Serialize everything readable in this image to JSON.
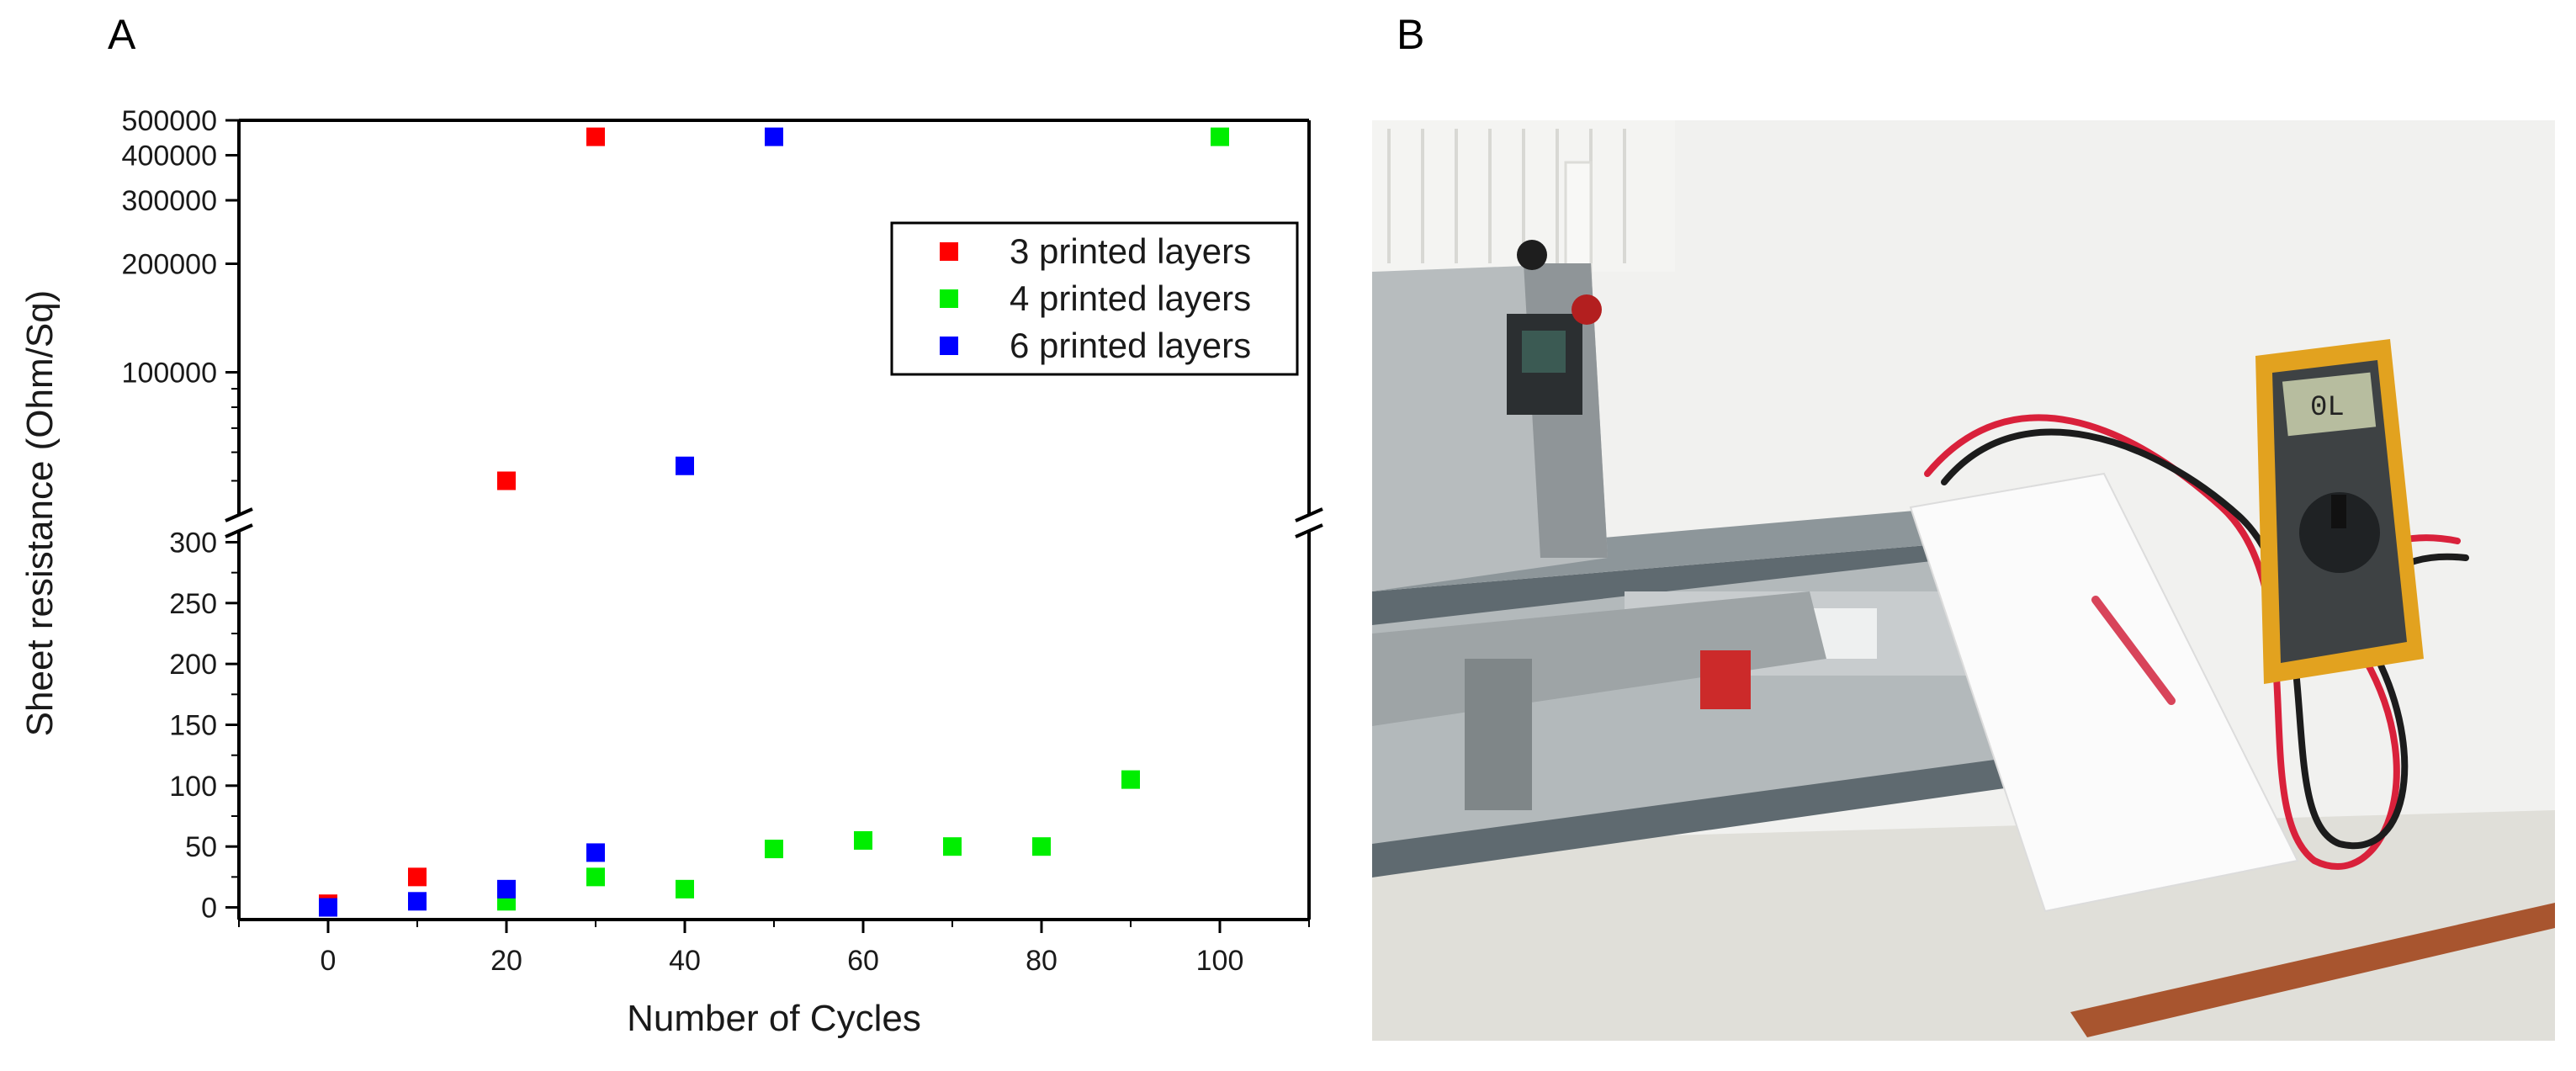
{
  "panels": {
    "a_label": "A",
    "b_label": "B"
  },
  "chart_data": {
    "type": "scatter",
    "xlabel": "Number of Cycles",
    "ylabel": "Sheet resistance (Ohm/Sq)",
    "x_ticks": [
      "0",
      "20",
      "40",
      "60",
      "80",
      "100"
    ],
    "xlim": [
      -10,
      110
    ],
    "y_lower": {
      "ylim": [
        -10,
        310
      ],
      "ticks": [
        "0",
        "50",
        "100",
        "150",
        "200",
        "250",
        "300"
      ]
    },
    "y_upper": {
      "scale": "log",
      "ylim": [
        40000,
        500000
      ],
      "ticks": [
        "100000",
        "200000",
        "300000",
        "400000",
        "500000"
      ]
    },
    "axis_break": true,
    "legend_position": "top-right",
    "series": [
      {
        "name": "3 printed layers",
        "color": "#ff0000",
        "points": [
          [
            0,
            3
          ],
          [
            10,
            25
          ],
          [
            20,
            50000
          ],
          [
            30,
            450000
          ]
        ]
      },
      {
        "name": "4 printed layers",
        "color": "#00ee00",
        "points": [
          [
            20,
            5
          ],
          [
            30,
            25
          ],
          [
            40,
            15
          ],
          [
            50,
            48
          ],
          [
            60,
            55
          ],
          [
            70,
            50
          ],
          [
            80,
            50
          ],
          [
            90,
            105
          ],
          [
            100,
            450000
          ]
        ]
      },
      {
        "name": "6 printed layers",
        "color": "#0000ff",
        "points": [
          [
            0,
            0
          ],
          [
            10,
            5
          ],
          [
            20,
            15
          ],
          [
            30,
            45
          ],
          [
            40,
            55000
          ],
          [
            50,
            450000
          ]
        ]
      }
    ]
  },
  "photo": {
    "caption": "",
    "multimeter_display": "0L",
    "colors": {
      "meter_body": "#e2a21f",
      "probe_red": "#d9213b",
      "tester": "#9aa0a3"
    }
  }
}
